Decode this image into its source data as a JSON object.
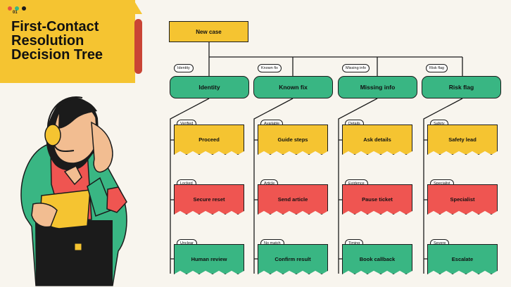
{
  "slide_number": "01",
  "title": "First-Contact Resolution Decision Tree",
  "colors": {
    "yellow": "#f5c431",
    "green": "#39b683",
    "red": "#ef5551",
    "dot_red": "#e8513f",
    "dot_green": "#39b683",
    "dot_dark": "#1b1b1b"
  },
  "illustration": "woman-with-headset-icon",
  "root": {
    "label": "New case"
  },
  "categories": [
    {
      "label": "Identity",
      "branch_tag": "Identity",
      "leaves": [
        {
          "tag": "Verified",
          "label": "Proceed",
          "color": "#f5c431"
        },
        {
          "tag": "Locked",
          "label": "Secure reset",
          "color": "#ef5551"
        },
        {
          "tag": "Unclear",
          "label": "Human review",
          "color": "#39b683"
        }
      ]
    },
    {
      "label": "Known fix",
      "branch_tag": "Known fix",
      "leaves": [
        {
          "tag": "Available",
          "label": "Guide steps",
          "color": "#f5c431"
        },
        {
          "tag": "Article",
          "label": "Send article",
          "color": "#ef5551"
        },
        {
          "tag": "No match",
          "label": "Confirm result",
          "color": "#39b683"
        }
      ]
    },
    {
      "label": "Missing info",
      "branch_tag": "Missing info",
      "leaves": [
        {
          "tag": "Details",
          "label": "Ask details",
          "color": "#f5c431"
        },
        {
          "tag": "Evidence",
          "label": "Pause ticket",
          "color": "#ef5551"
        },
        {
          "tag": "Timing",
          "label": "Book callback",
          "color": "#39b683"
        }
      ]
    },
    {
      "label": "Risk flag",
      "branch_tag": "Risk flag",
      "leaves": [
        {
          "tag": "Safety",
          "label": "Safety lead",
          "color": "#f5c431"
        },
        {
          "tag": "Specialist",
          "label": "Specialist",
          "color": "#ef5551"
        },
        {
          "tag": "Severe",
          "label": "Escalate",
          "color": "#39b683"
        }
      ]
    }
  ]
}
